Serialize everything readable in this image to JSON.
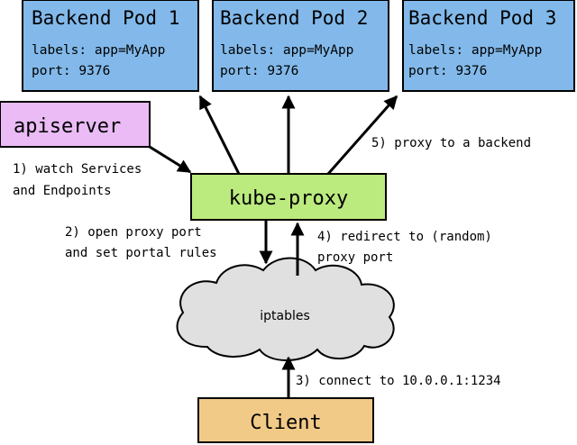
{
  "colors": {
    "pod_fill": "#82b9ea",
    "apiserver_fill": "#eabbf5",
    "kube_proxy_fill": "#bbea7e",
    "client_fill": "#f2ca88",
    "cloud_fill": "#e0e0e0",
    "stroke": "#000000"
  },
  "pods": [
    {
      "title": "Backend Pod 1",
      "labels": "labels: app=MyApp",
      "port": "port: 9376"
    },
    {
      "title": "Backend Pod 2",
      "labels": "labels: app=MyApp",
      "port": "port: 9376"
    },
    {
      "title": "Backend Pod 3",
      "labels": "labels: app=MyApp",
      "port": "port: 9376"
    }
  ],
  "apiserver": {
    "label": "apiserver"
  },
  "kube_proxy": {
    "label": "kube-proxy"
  },
  "iptables": {
    "label": "iptables"
  },
  "client": {
    "label": "Client"
  },
  "steps": {
    "step1": {
      "line1": "1) watch Services",
      "line2": "and Endpoints"
    },
    "step2": {
      "line1": "2) open proxy port",
      "line2": "and set portal rules"
    },
    "step3": {
      "line1": "3) connect to 10.0.0.1:1234"
    },
    "step4": {
      "line1": "4) redirect to (random)",
      "line2": "proxy port"
    },
    "step5": {
      "line1": "5) proxy to a backend"
    }
  }
}
